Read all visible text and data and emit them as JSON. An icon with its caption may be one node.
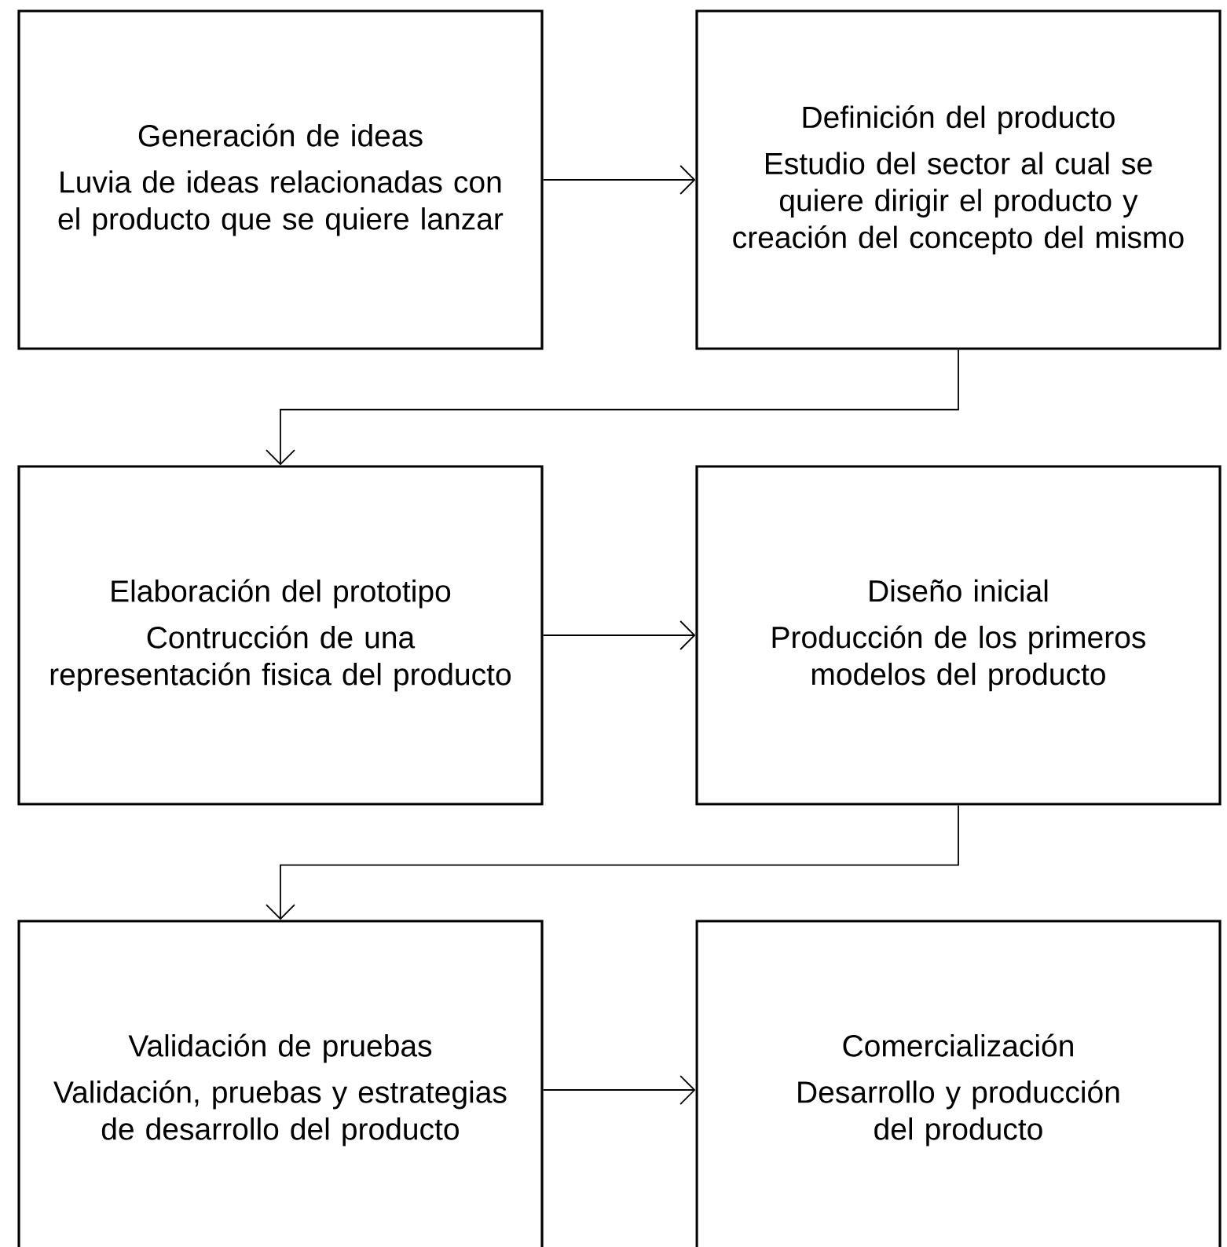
{
  "diagram": {
    "nodes": [
      {
        "text": [
          "Generación de ideas",
          "Luvia de ideas relacionadas con el producto que se quiere lanzar"
        ]
      },
      {
        "text": [
          "Definición del producto",
          "Estudio del sector al cual se quiere dirigir el producto y creación del concepto del mismo"
        ]
      },
      {
        "text": [
          "Elaboración del prototipo",
          "Contrucción de una representación fisica del producto"
        ]
      },
      {
        "text": [
          "Diseño inicial",
          "Producción de los primeros modelos del producto"
        ]
      },
      {
        "text": [
          "Validación de pruebas",
          "Validación, pruebas y estrategias de desarrollo del producto"
        ]
      },
      {
        "text": [
          "Comercialización",
          "Desarrollo y producción del producto"
        ]
      }
    ],
    "edges": [
      {
        "from": 0,
        "to": 1,
        "arrow": "to"
      },
      {
        "from": 1,
        "to": 2,
        "arrow": "to"
      },
      {
        "from": 2,
        "to": 3,
        "arrow": "to"
      },
      {
        "from": 3,
        "to": 4,
        "arrow": "to"
      },
      {
        "from": 4,
        "to": 5,
        "arrow": "to"
      }
    ]
  }
}
